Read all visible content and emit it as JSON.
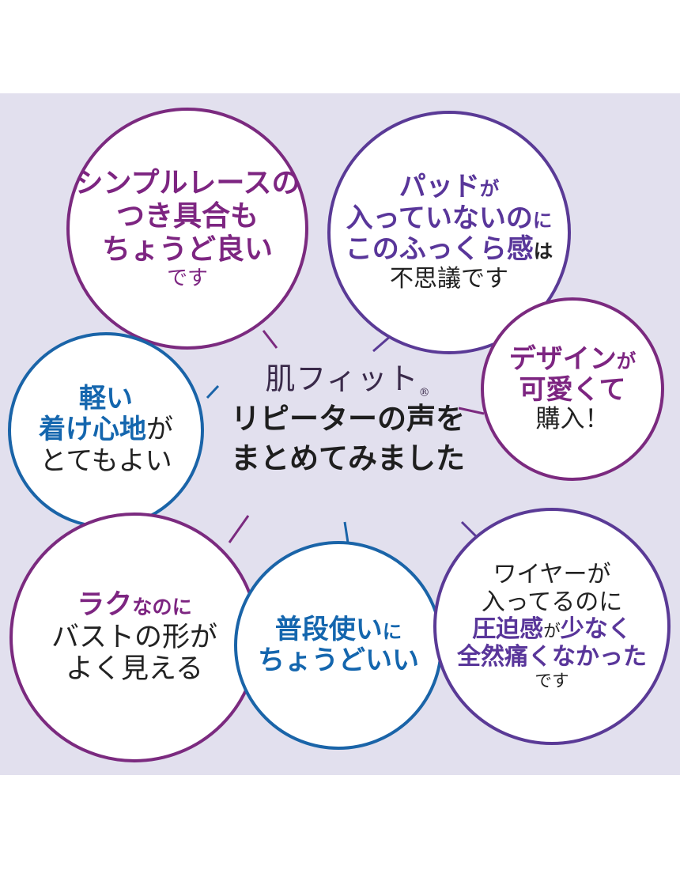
{
  "center": {
    "logo": "肌フィット",
    "logo_mark": "®",
    "title_line1": "リピーターの声を",
    "title_line2": "まとめてみました"
  },
  "bubbles": {
    "lace": {
      "line1": "シンプルレースの",
      "line2": "つき具合も",
      "line3": "ちょうど良い",
      "line4": "です"
    },
    "pad": {
      "line1a": "パッド",
      "line1b": "が",
      "line2a": "入っていないの",
      "line2b": "に",
      "line3a": "このふっくら感",
      "line3b": "は",
      "line4": "不思議です"
    },
    "design": {
      "line1a": "デザインが",
      "line2": "可愛くて",
      "line3": "購入！"
    },
    "light": {
      "line1": "軽い",
      "line2a": "着け心地",
      "line2b": "が",
      "line3": "とてもよい"
    },
    "easy": {
      "line1a": "ラク",
      "line1b": "なのに",
      "line2": "バストの形が",
      "line3": "よく見える"
    },
    "daily": {
      "line1a": "普段使い",
      "line1b": "に",
      "line2": "ちょうどいい"
    },
    "wire": {
      "line1": "ワイヤーが",
      "line2": "入ってるのに",
      "line3a": "圧迫感",
      "line3b": "が",
      "line3c": "少なく",
      "line4": "全然痛くなかった",
      "line5": "です"
    }
  },
  "colors": {
    "background_panel": "#e2e0ee",
    "purple": "#7d2581",
    "violet": "#59369a",
    "blue": "#1466ae",
    "text_dark": "#222222"
  }
}
